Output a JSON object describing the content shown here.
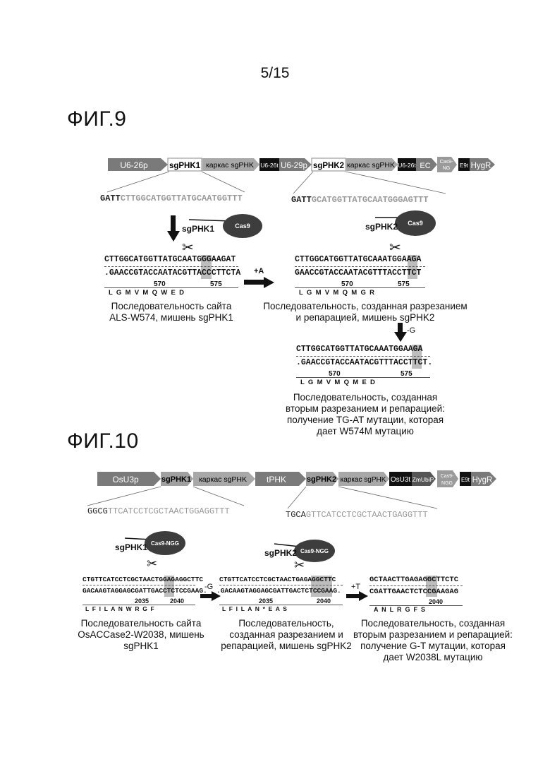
{
  "page_number": "5/15",
  "fig9": {
    "title": "ФИГ.9",
    "construct": {
      "u626p": "U6-26p",
      "sgrna1": "sgPHK1",
      "scaffold1": "каркас sgPHK",
      "u626t_1": "U6-26t",
      "u629p": "U6-29p",
      "sgrna2": "sgPHK2",
      "scaffold2": "каркас sgPHK",
      "u626t_2": "U6-26t",
      "ec": "EC",
      "cas9a": "Cas9-",
      "cas9b": "NG",
      "e9t": "E9t",
      "hygr": "HygR"
    },
    "target1": {
      "prefix": "GATT",
      "seq": "CTTGGCATGGTTATGCAATGGTTT"
    },
    "target2": {
      "prefix": "GATT",
      "seq": "GCATGGTTATGCAATGGGAGTTT"
    },
    "sg_label1": "sgPHK1",
    "sg_label2": "sgPHK2",
    "cas_label": "Cas9",
    "panel1": {
      "top": "CTTGGCATGGTTATGCAATGGGAAGAT",
      "bottom": ".GAACCGTACCAATACGTTACCCTTCTA",
      "pos1": "570",
      "pos2": "575",
      "aa": "L  G  M  V  M  Q  W  E  D",
      "caption1": "Последовательность сайта",
      "caption2": "ALS-W574, мишень sgPHK1"
    },
    "ins_label": "+A",
    "panel2": {
      "top": "CTTGGCATGGTTATGCAAATGGAAGA",
      "bottom": "GAACCGTACCAATACGTTTACCTTCT",
      "pos1": "570",
      "pos2": "575",
      "aa": "L  G  M  V  M  Q  M  G  R",
      "caption1": "Последовательность, созданная разрезанием",
      "caption2": "и репарацией, мишень sgPHK2"
    },
    "del_label": "-G",
    "panel3": {
      "top": "CTTGGCATGGTTATGCAAATGGAAGA",
      "bottom": ".GAACCGTACCAATACGTTTACCTTCT.",
      "pos1": "570",
      "pos2": "575",
      "aa": "L  G  M  V  M  Q  M  E  D",
      "caption1": "Последовательность, созданная",
      "caption2": "вторым разрезанием и репарацией:",
      "caption3": "получение TG-AT мутации, которая",
      "caption4": "дает W574M мутацию"
    }
  },
  "fig10": {
    "title": "ФИГ.10",
    "construct": {
      "osu3p": "OsU3p",
      "sgrna1": "sgPHK1",
      "scaffold1": "каркас sgPHK",
      "trna": "tPHK",
      "sgrna2": "sgPHK2",
      "scaffold2": "каркас sgPHK",
      "osu3t": "OsU3t",
      "zmubip": "ZmUbiP",
      "cas9a": "Cas9-",
      "cas9b": "NGG",
      "e9t": "E9t",
      "hygr": "HygR"
    },
    "target1": {
      "prefix": "GGCG",
      "seq": "TTCATCCTCGCTAACTGGAGGTTT"
    },
    "target2": {
      "prefix": "TGCA",
      "seq": "GTTCATCCTCGCTAACTGAGGTTT"
    },
    "sg_label1": "sgPHK1",
    "sg_label2": "sgPHK2",
    "cas_label": "Cas9-NGG",
    "panel1": {
      "top": "CTGTTCATCCTCGCTAACTGGAGAGGCTTC",
      "bottom": "GACAAGTAGGAGCGATTGACCTCTCCGAAG.",
      "pos1": "2035",
      "pos2": "2040",
      "aa": "L  F  I  L  A  N  W  R  G  F",
      "caption1": "Последовательность сайта",
      "caption2": "OsACCase2-W2038, мишень",
      "caption3": "sgPHK1"
    },
    "del_label": "-G",
    "panel2": {
      "top": "CTGTTCATCCTCGCTAACTGAGAGGCTTC",
      "bottom": ".GACAAGTAGGAGCGATTGACTCTCCGAAG.",
      "pos1": "2035",
      "pos2": "2040",
      "aa": "L  F  I  L  A  N  *  E  A  S",
      "caption1": "Последовательность,",
      "caption2": "созданная разрезанием и",
      "caption3": "репарацией, мишень sgPHK2"
    },
    "ins_label": "+T",
    "panel3": {
      "top": "GCTAACTTGAGAGGCTTCTC",
      "bottom": "CGATTGAACTCTCCGAAGAG",
      "pos1": "2040",
      "aa": "A  N  L  R  G  F  S",
      "caption1": "Последовательность, созданная",
      "caption2": "вторым разрезанием и репарацией:",
      "caption3": "получение G-T мутации, которая",
      "caption4": "дает W2038L мутацию"
    }
  }
}
